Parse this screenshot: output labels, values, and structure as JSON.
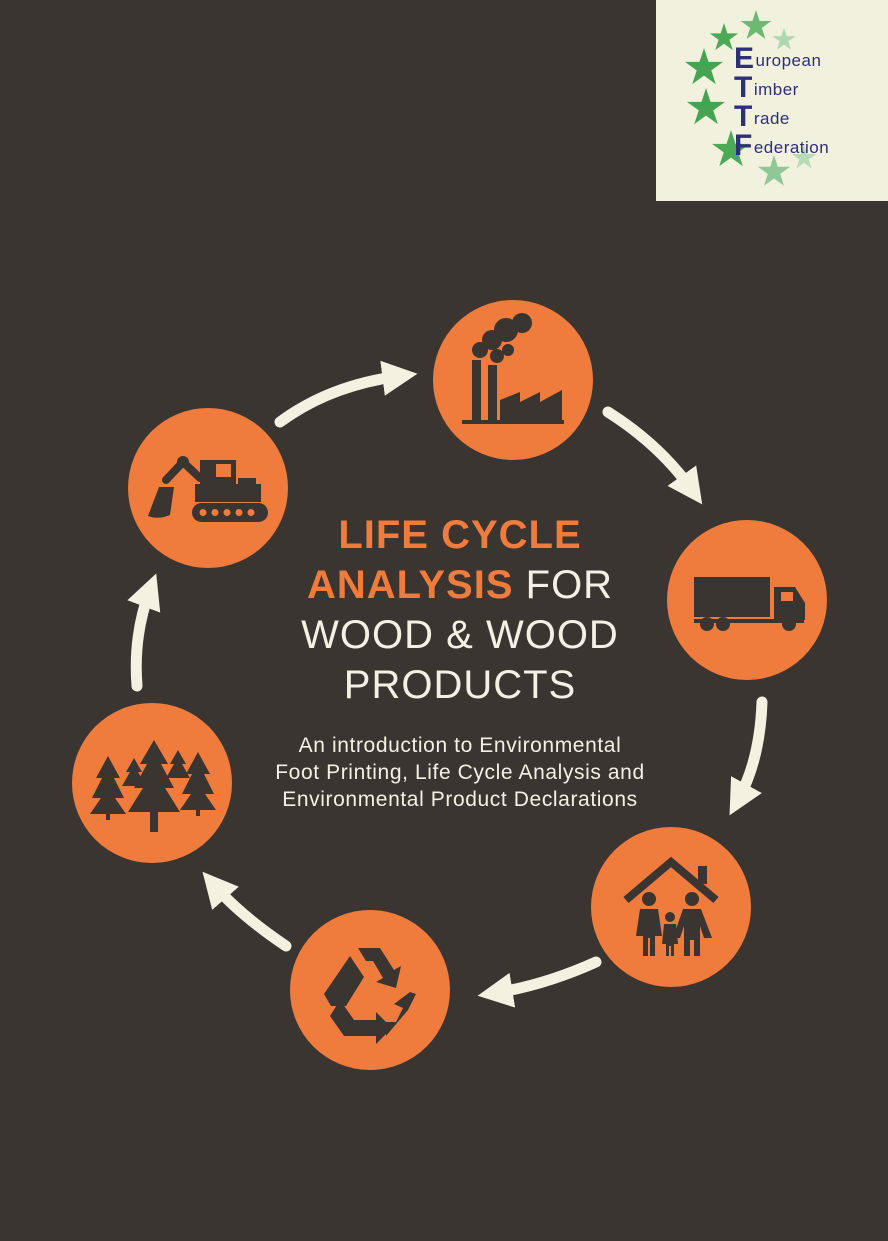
{
  "logo": {
    "lines": [
      {
        "initial": "E",
        "rest": "uropean"
      },
      {
        "initial": "T",
        "rest": "imber"
      },
      {
        "initial": "T",
        "rest": "rade"
      },
      {
        "initial": "F",
        "rest": "ederation"
      }
    ],
    "star_color": "#4caa57"
  },
  "title": {
    "line1": "LIFE CYCLE",
    "line2_accent": "ANALYSIS",
    "line2_rest": " FOR",
    "line3": "WOOD & WOOD",
    "line4": "PRODUCTS"
  },
  "subtitle": {
    "line1": "An introduction to Environmental",
    "line2": "Foot Printing, Life Cycle Analysis and",
    "line3": "Environmental Product Declarations"
  },
  "cycle_icons": [
    "factory-icon",
    "truck-icon",
    "family-house-icon",
    "recycle-icon",
    "forest-icon",
    "excavator-icon"
  ],
  "colors": {
    "background": "#3b3532",
    "accent": "#ef7b3c",
    "arrow": "#f4f1e1",
    "icon": "#3b3532"
  }
}
